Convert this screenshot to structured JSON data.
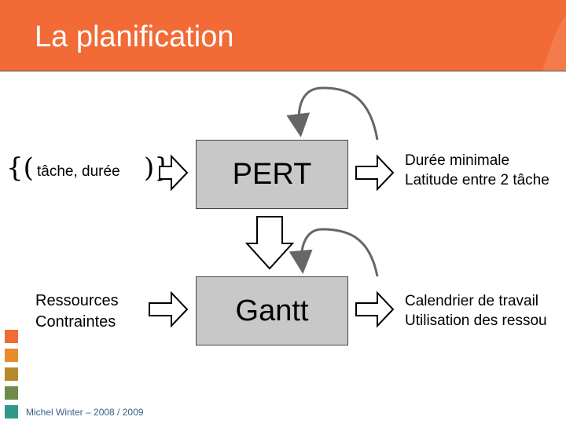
{
  "slide": {
    "title": "La planification",
    "inputs": {
      "brace_open": "{(",
      "task_label": "tâche, durée",
      "brace_close": ")}",
      "resources_line1": "Ressources",
      "resources_line2": "Contraintes"
    },
    "boxes": {
      "pert": "PERT",
      "gantt": "Gantt"
    },
    "outputs": {
      "pert_line1": "Durée minimale",
      "pert_line2": "Latitude entre 2 tâche",
      "gantt_line1": "Calendrier de travail",
      "gantt_line2": "Utilisation des ressou"
    },
    "footer": "Michel Winter – 2008 / 2009"
  },
  "colors": {
    "header": "#f26a35",
    "box_fill": "#c8c8c8",
    "squares": [
      "#f26a35",
      "#e98a2c",
      "#b58a2a",
      "#6f8a4a",
      "#2f9a8a"
    ]
  }
}
